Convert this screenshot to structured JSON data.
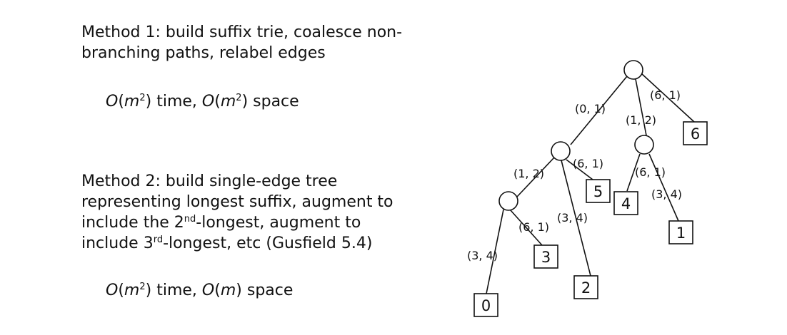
{
  "method1": {
    "line1": "Method 1: build suffix trie, coalesce non-",
    "line2": "branching paths, relabel edges",
    "complexity": {
      "time_var": "O",
      "time_paren_open": "(",
      "time_m": "m",
      "time_exp": "2",
      "time_rest": ") time, ",
      "space_var": "O",
      "space_paren_open": "(",
      "space_m": "m",
      "space_exp": "2",
      "space_rest": ") space"
    }
  },
  "method2": {
    "line1": "Method 2: build single-edge tree",
    "line2": "representing longest suffix, augment to",
    "line3_pre": "include the 2",
    "line3_sup": "nd",
    "line3_post": "-longest, augment to",
    "line4_pre": "include 3",
    "line4_sup": "rd",
    "line4_post": "-longest, etc (Gusfield 5.4)",
    "complexity": {
      "time_var": "O",
      "time_paren_open": "(",
      "time_m": "m",
      "time_exp": "2",
      "time_rest": ") time, ",
      "space_var": "O",
      "space_paren_open": "(",
      "space_m": "m",
      "space_rest": ") space"
    }
  },
  "tree": {
    "edge_labels": [
      "(0, 1)",
      "(1, 2)",
      "(6, 1)",
      "(1, 2)",
      "(6, 1)",
      "(3, 4)",
      "(6, 1)",
      "(3, 4)",
      "(3, 4)",
      "(6, 1)"
    ],
    "leaf_labels": [
      "6",
      "5",
      "4",
      "1",
      "3",
      "2",
      "0"
    ]
  }
}
